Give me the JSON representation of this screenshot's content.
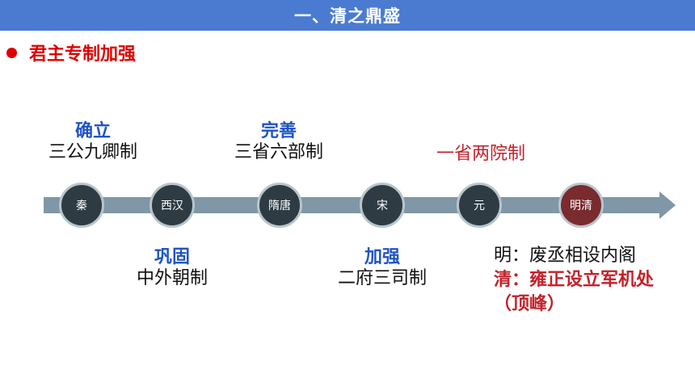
{
  "header": {
    "title": "一、清之鼎盛"
  },
  "section": {
    "title": "君主专制加强"
  },
  "nodes": [
    "秦",
    "西汉",
    "隋唐",
    "宋",
    "元",
    "明清"
  ],
  "labels": {
    "qin": {
      "keyword": "确立",
      "system": "三公九卿制"
    },
    "xihan": {
      "keyword": "巩固",
      "system": "中外朝制"
    },
    "suitang": {
      "keyword": "完善",
      "system": "三省六部制"
    },
    "song": {
      "keyword": "加强",
      "system": "二府三司制"
    },
    "yuan": {
      "system": "一省两院制"
    }
  },
  "notes": {
    "ming": "明：废丞相设内阁",
    "qing1": "清：雍正设立军机处",
    "qing2": "（顶峰）"
  },
  "colors": {
    "header_bg": "#4a7bd0",
    "keyword": "#1f54c4",
    "accent_red": "#c2222b",
    "node": "#2e3b43",
    "node_highlight": "#7a2b2e",
    "timeline": "#7f97a6"
  }
}
